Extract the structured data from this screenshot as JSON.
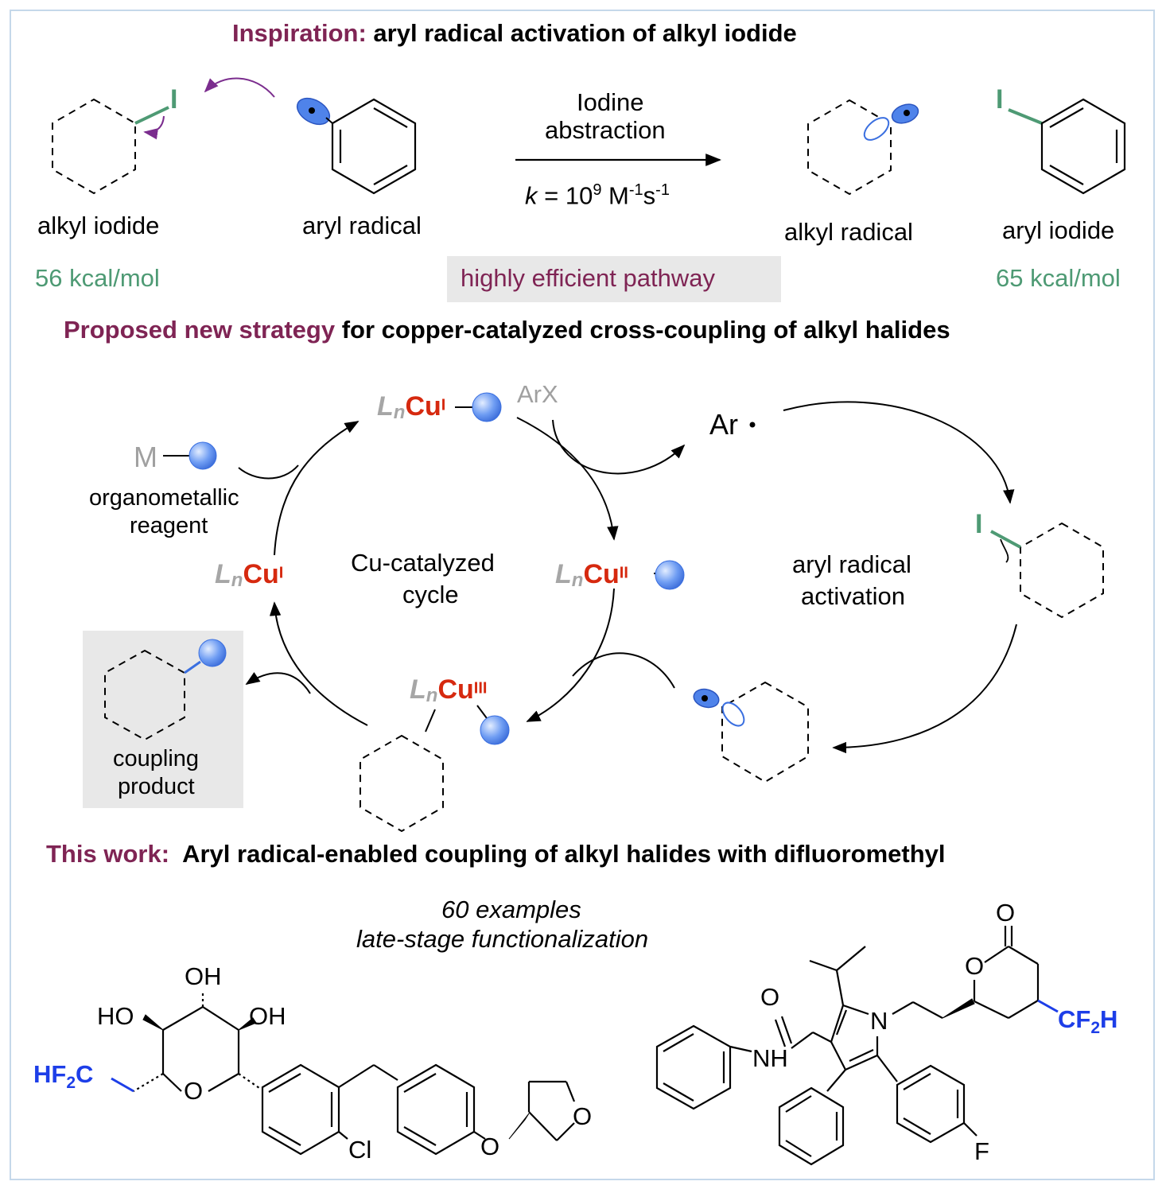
{
  "section1": {
    "heading_accent": "Inspiration:",
    "heading_rest": "aryl radical activation of alkyl iodide",
    "reactant1": "alkyl iodide",
    "reactant2": "aryl radical",
    "product1": "alkyl radical",
    "product2": "aryl iodide",
    "bde_left": "56 kcal/mol",
    "bde_right": "65 kcal/mol",
    "arrow_top_line1": "Iodine",
    "arrow_top_line2": "abstraction",
    "rate_k": "k",
    "rate_eq": " = 10",
    "rate_exp1": "9",
    "rate_unit1": " M",
    "rate_exp2": "-1",
    "rate_unit2": "s",
    "rate_exp3": "-1",
    "pathway": "highly efficient pathway",
    "iodine_label": "I"
  },
  "section2": {
    "heading_accent": "Proposed new strategy",
    "heading_rest": "for copper-catalyzed cross-coupling of alkyl halides",
    "ln": "L",
    "ln_sub": "n",
    "cu": "Cu",
    "ox_I": "I",
    "ox_II": "II",
    "ox_III": "III",
    "arx": "ArX",
    "ar_radical": "Ar",
    "metal": "M",
    "organometallic_line1": "organometallic",
    "organometallic_line2": "reagent",
    "cycle_line1": "Cu-catalyzed",
    "cycle_line2": "cycle",
    "activation_line1": "aryl radical",
    "activation_line2": "activation",
    "product_line1": "coupling",
    "product_line2": "product",
    "iodine_label": "I"
  },
  "section3": {
    "heading_accent": "This work:",
    "heading_rest": "Aryl radical-enabled coupling of alkyl halides with difluoromethyl",
    "examples": "60 examples",
    "lsf": "late-stage functionalization",
    "left": {
      "oh_top": "OH",
      "oh_right": "OH",
      "ho_left": "HO",
      "hf2c_a": "HF",
      "hf2c_sub": "2",
      "hf2c_b": "C",
      "ring_o": "O",
      "cl": "Cl",
      "ether_o": "O",
      "thf_o": "O"
    },
    "right": {
      "carbonyl_o": "O",
      "ring_o": "O",
      "amide_o": "O",
      "nh": "NH",
      "n": "N",
      "f": "F",
      "cf2h_a": "CF",
      "cf2h_sub": "2",
      "cf2h_b": "H"
    }
  },
  "colors": {
    "plum": "#7f2454",
    "green": "#4e9a74",
    "copper_red": "#d6290f",
    "cf2h_blue": "#1d3ee8",
    "orbital_blue": "#3a6fe0",
    "sphere_blue": "#5a8cf0",
    "arrow_purple": "#7b2d8e",
    "gray_text": "#a0a0a0",
    "highlight_box": "#e8e8e8",
    "frame": "#c5d8ea"
  }
}
